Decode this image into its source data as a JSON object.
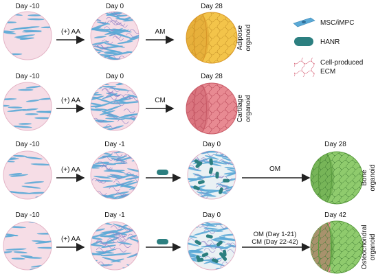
{
  "rows": [
    {
      "day_labels": [
        "Day -10",
        "Day 0",
        "Day 28"
      ],
      "steps": [
        "(+) AA",
        "AM"
      ],
      "organoid": "Adipose organoid",
      "organoid_lines": [
        "Adipose",
        "organoid"
      ]
    },
    {
      "day_labels": [
        "Day -10",
        "Day 0",
        "Day 28"
      ],
      "steps": [
        "(+) AA",
        "CM"
      ],
      "organoid": "Cartilage organoid",
      "organoid_lines": [
        "Cartilage",
        "organoid"
      ]
    },
    {
      "day_labels": [
        "Day -10",
        "Day -1",
        "Day 0",
        "Day 28"
      ],
      "steps": [
        "(+) AA",
        "OM"
      ],
      "organoid": "Bone organoid",
      "organoid_lines": [
        "Bone",
        "organoid"
      ]
    },
    {
      "day_labels": [
        "Day -10",
        "Day -1",
        "Day 0",
        "Day 42"
      ],
      "steps": [
        "(+) AA",
        "OM (Day 1-21)",
        "CM (Day 22-42)"
      ],
      "organoid": "Osteochondral organoid",
      "organoid_lines": [
        "Osteochondral",
        "organoid"
      ]
    }
  ],
  "legend": [
    {
      "label": "MSC/iMPC",
      "icon": "msc-cell-icon"
    },
    {
      "label": "HANR",
      "icon": "hanr-capsule-icon"
    },
    {
      "label": "Cell-produced ECM",
      "lines": [
        "Cell-produced",
        "ECM"
      ],
      "icon": "ecm-mesh-icon"
    }
  ],
  "colors": {
    "dish_fill": "#f6dde6",
    "dish_stroke": "#e8b7c8",
    "cell": "#5aa9d6",
    "ecm": "#d96a7e",
    "hanr": "#2c7f80",
    "adipose": "#f3c44a",
    "cartilage": "#e88a92",
    "bone": "#8fcb6d",
    "arrow": "#222222"
  }
}
